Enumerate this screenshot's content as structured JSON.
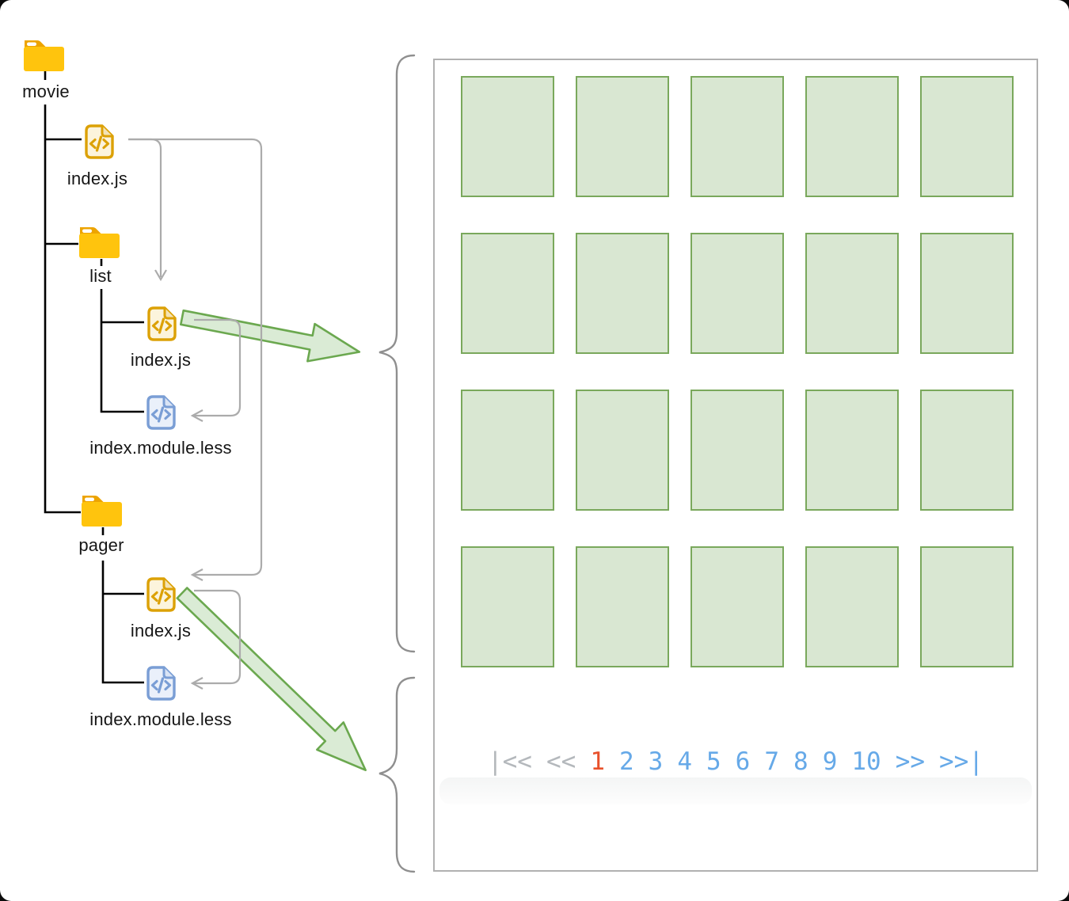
{
  "tree": {
    "root": {
      "name": "movie",
      "type": "folder",
      "children": [
        {
          "name": "index.js",
          "type": "js-file"
        },
        {
          "name": "list",
          "type": "folder",
          "children": [
            {
              "name": "index.js",
              "type": "js-file"
            },
            {
              "name": "index.module.less",
              "type": "less-file"
            }
          ]
        },
        {
          "name": "pager",
          "type": "folder",
          "children": [
            {
              "name": "index.js",
              "type": "js-file"
            },
            {
              "name": "index.module.less",
              "type": "less-file"
            }
          ]
        }
      ]
    }
  },
  "panel": {
    "grid": {
      "rows": 4,
      "cols": 5
    },
    "pagination": {
      "items": [
        {
          "label": "|<<",
          "name": "first-page-button",
          "state": "disabled"
        },
        {
          "label": "<<",
          "name": "previous-page-button",
          "state": "disabled"
        },
        {
          "label": "1",
          "name": "page-1-button",
          "state": "current"
        },
        {
          "label": "2",
          "name": "page-2-button",
          "state": "link"
        },
        {
          "label": "3",
          "name": "page-3-button",
          "state": "link"
        },
        {
          "label": "4",
          "name": "page-4-button",
          "state": "link"
        },
        {
          "label": "5",
          "name": "page-5-button",
          "state": "link"
        },
        {
          "label": "6",
          "name": "page-6-button",
          "state": "link"
        },
        {
          "label": "7",
          "name": "page-7-button",
          "state": "link"
        },
        {
          "label": "8",
          "name": "page-8-button",
          "state": "link"
        },
        {
          "label": "9",
          "name": "page-9-button",
          "state": "link"
        },
        {
          "label": "10",
          "name": "page-10-button",
          "state": "link"
        },
        {
          "label": ">>",
          "name": "next-page-button",
          "state": "link"
        },
        {
          "label": ">>|",
          "name": "last-page-button",
          "state": "link"
        }
      ]
    }
  },
  "colors": {
    "tree_line": "#000000",
    "connector_gray": "#ababab",
    "brace_gray": "#8f8f8f",
    "panel_border": "#b1b1b1",
    "folder_gold": "#ffc40d",
    "folder_tab": "#eda401",
    "js_icon": "#dca106",
    "js_icon_fill": "#fcf4dc",
    "less_icon": "#7a9ed5",
    "less_icon_fill": "#eaf0fa",
    "card_fill": "#d9e7d2",
    "card_border": "#7aa85c",
    "arrow_fill": "#daebd5",
    "arrow_stroke": "#6ba84f",
    "page_disabled": "#b4b8bc",
    "page_current": "#e8512b",
    "page_link": "#66a9e8"
  }
}
